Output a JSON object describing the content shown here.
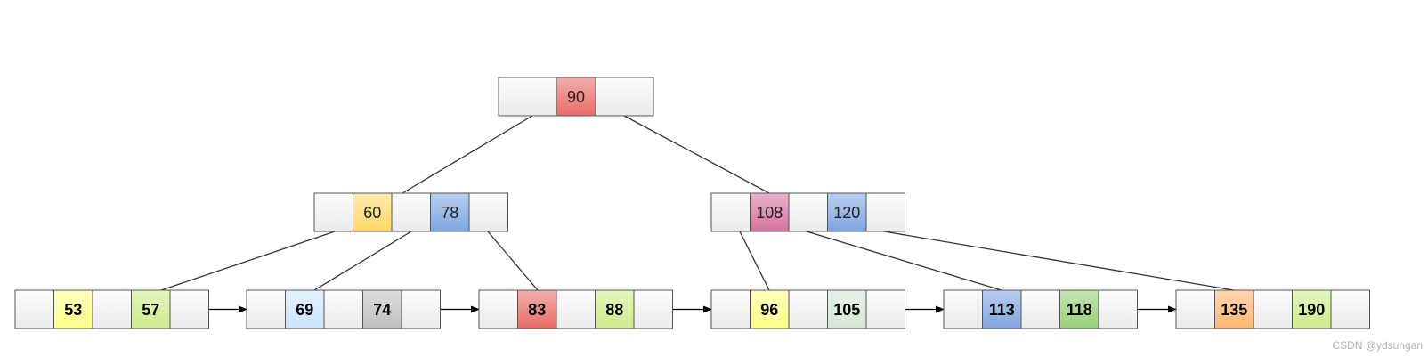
{
  "root": {
    "keys": [
      {
        "value": "90",
        "color": "#ea6b66"
      }
    ]
  },
  "internal": [
    {
      "keys": [
        {
          "value": "60",
          "color": "#ffd966"
        },
        {
          "value": "78",
          "color": "#7ea6e0"
        }
      ]
    },
    {
      "keys": [
        {
          "value": "108",
          "color": "#d5739d"
        },
        {
          "value": "120",
          "color": "#7ea6e0"
        }
      ]
    }
  ],
  "leaves": [
    {
      "keys": [
        {
          "value": "53",
          "color": "#ffff88"
        },
        {
          "value": "57",
          "color": "#cdeb8b"
        }
      ]
    },
    {
      "keys": [
        {
          "value": "69",
          "color": "#cce5ff"
        },
        {
          "value": "74",
          "color": "#c0c0c0"
        }
      ]
    },
    {
      "keys": [
        {
          "value": "83",
          "color": "#ea6b66"
        },
        {
          "value": "88",
          "color": "#cdeb8b"
        }
      ]
    },
    {
      "keys": [
        {
          "value": "96",
          "color": "#ffff88"
        },
        {
          "value": "105",
          "color": "#d5e8d4"
        }
      ]
    },
    {
      "keys": [
        {
          "value": "113",
          "color": "#7ea6e0"
        },
        {
          "value": "118",
          "color": "#97d077"
        }
      ]
    },
    {
      "keys": [
        {
          "value": "135",
          "color": "#ffb570"
        },
        {
          "value": "190",
          "color": "#cdeb8b"
        }
      ]
    }
  ],
  "watermark": "CSDN @ydsungan"
}
